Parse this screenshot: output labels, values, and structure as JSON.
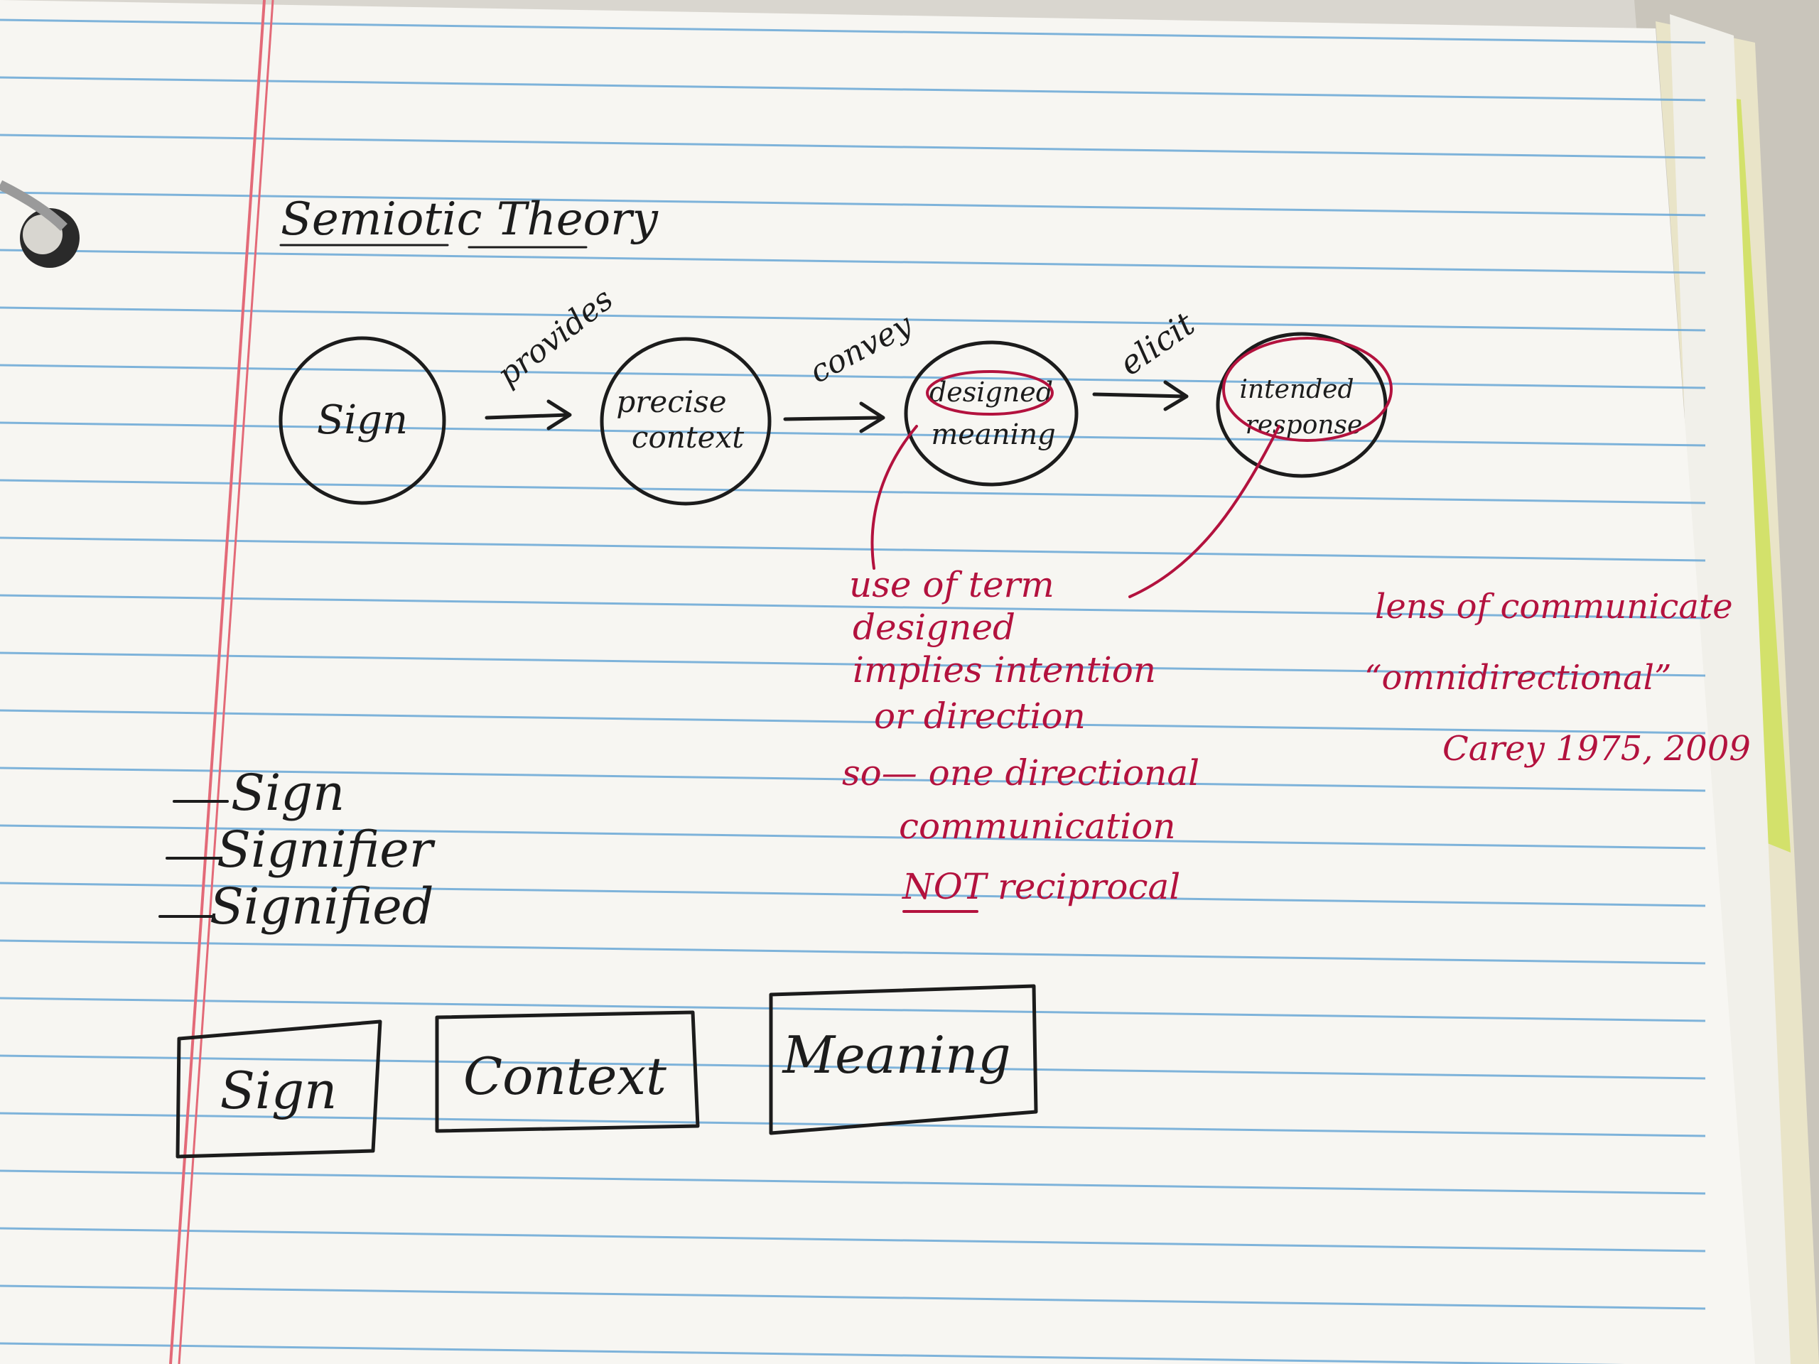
{
  "title": "Semiotic Theory",
  "nodes": [
    {
      "id": "sign",
      "label": "Sign"
    },
    {
      "id": "context",
      "line1": "precise",
      "line2": "context"
    },
    {
      "id": "meaning",
      "line1": "designed",
      "line2": "meaning"
    },
    {
      "id": "response",
      "line1": "intended",
      "line2": "response"
    }
  ],
  "edges": [
    {
      "from": "sign",
      "to": "context",
      "label": "provides"
    },
    {
      "from": "context",
      "to": "meaning",
      "label": "convey"
    },
    {
      "from": "meaning",
      "to": "response",
      "label": "elicit"
    }
  ],
  "note_lines": [
    "use of term",
    "designed",
    "implies intention",
    "or direction",
    "so— one directional",
    "communication",
    "NOT reciprocal"
  ],
  "side_note": {
    "line1": "lens of communicate",
    "line2": "“omnidirectional”",
    "line3": "Carey 1975, 2009"
  },
  "list_items": [
    "Sign",
    "Signifier",
    "Signified"
  ],
  "boxes": [
    "Sign",
    "Context",
    "Meaning"
  ],
  "colors": {
    "paper": "#f7f6f2",
    "rule_line": "#6aa8d6",
    "margin_line": "#e36a78",
    "ink_black": "#1c1c1c",
    "ink_red": "#b3123e",
    "highlighter": "#cfe05a"
  }
}
